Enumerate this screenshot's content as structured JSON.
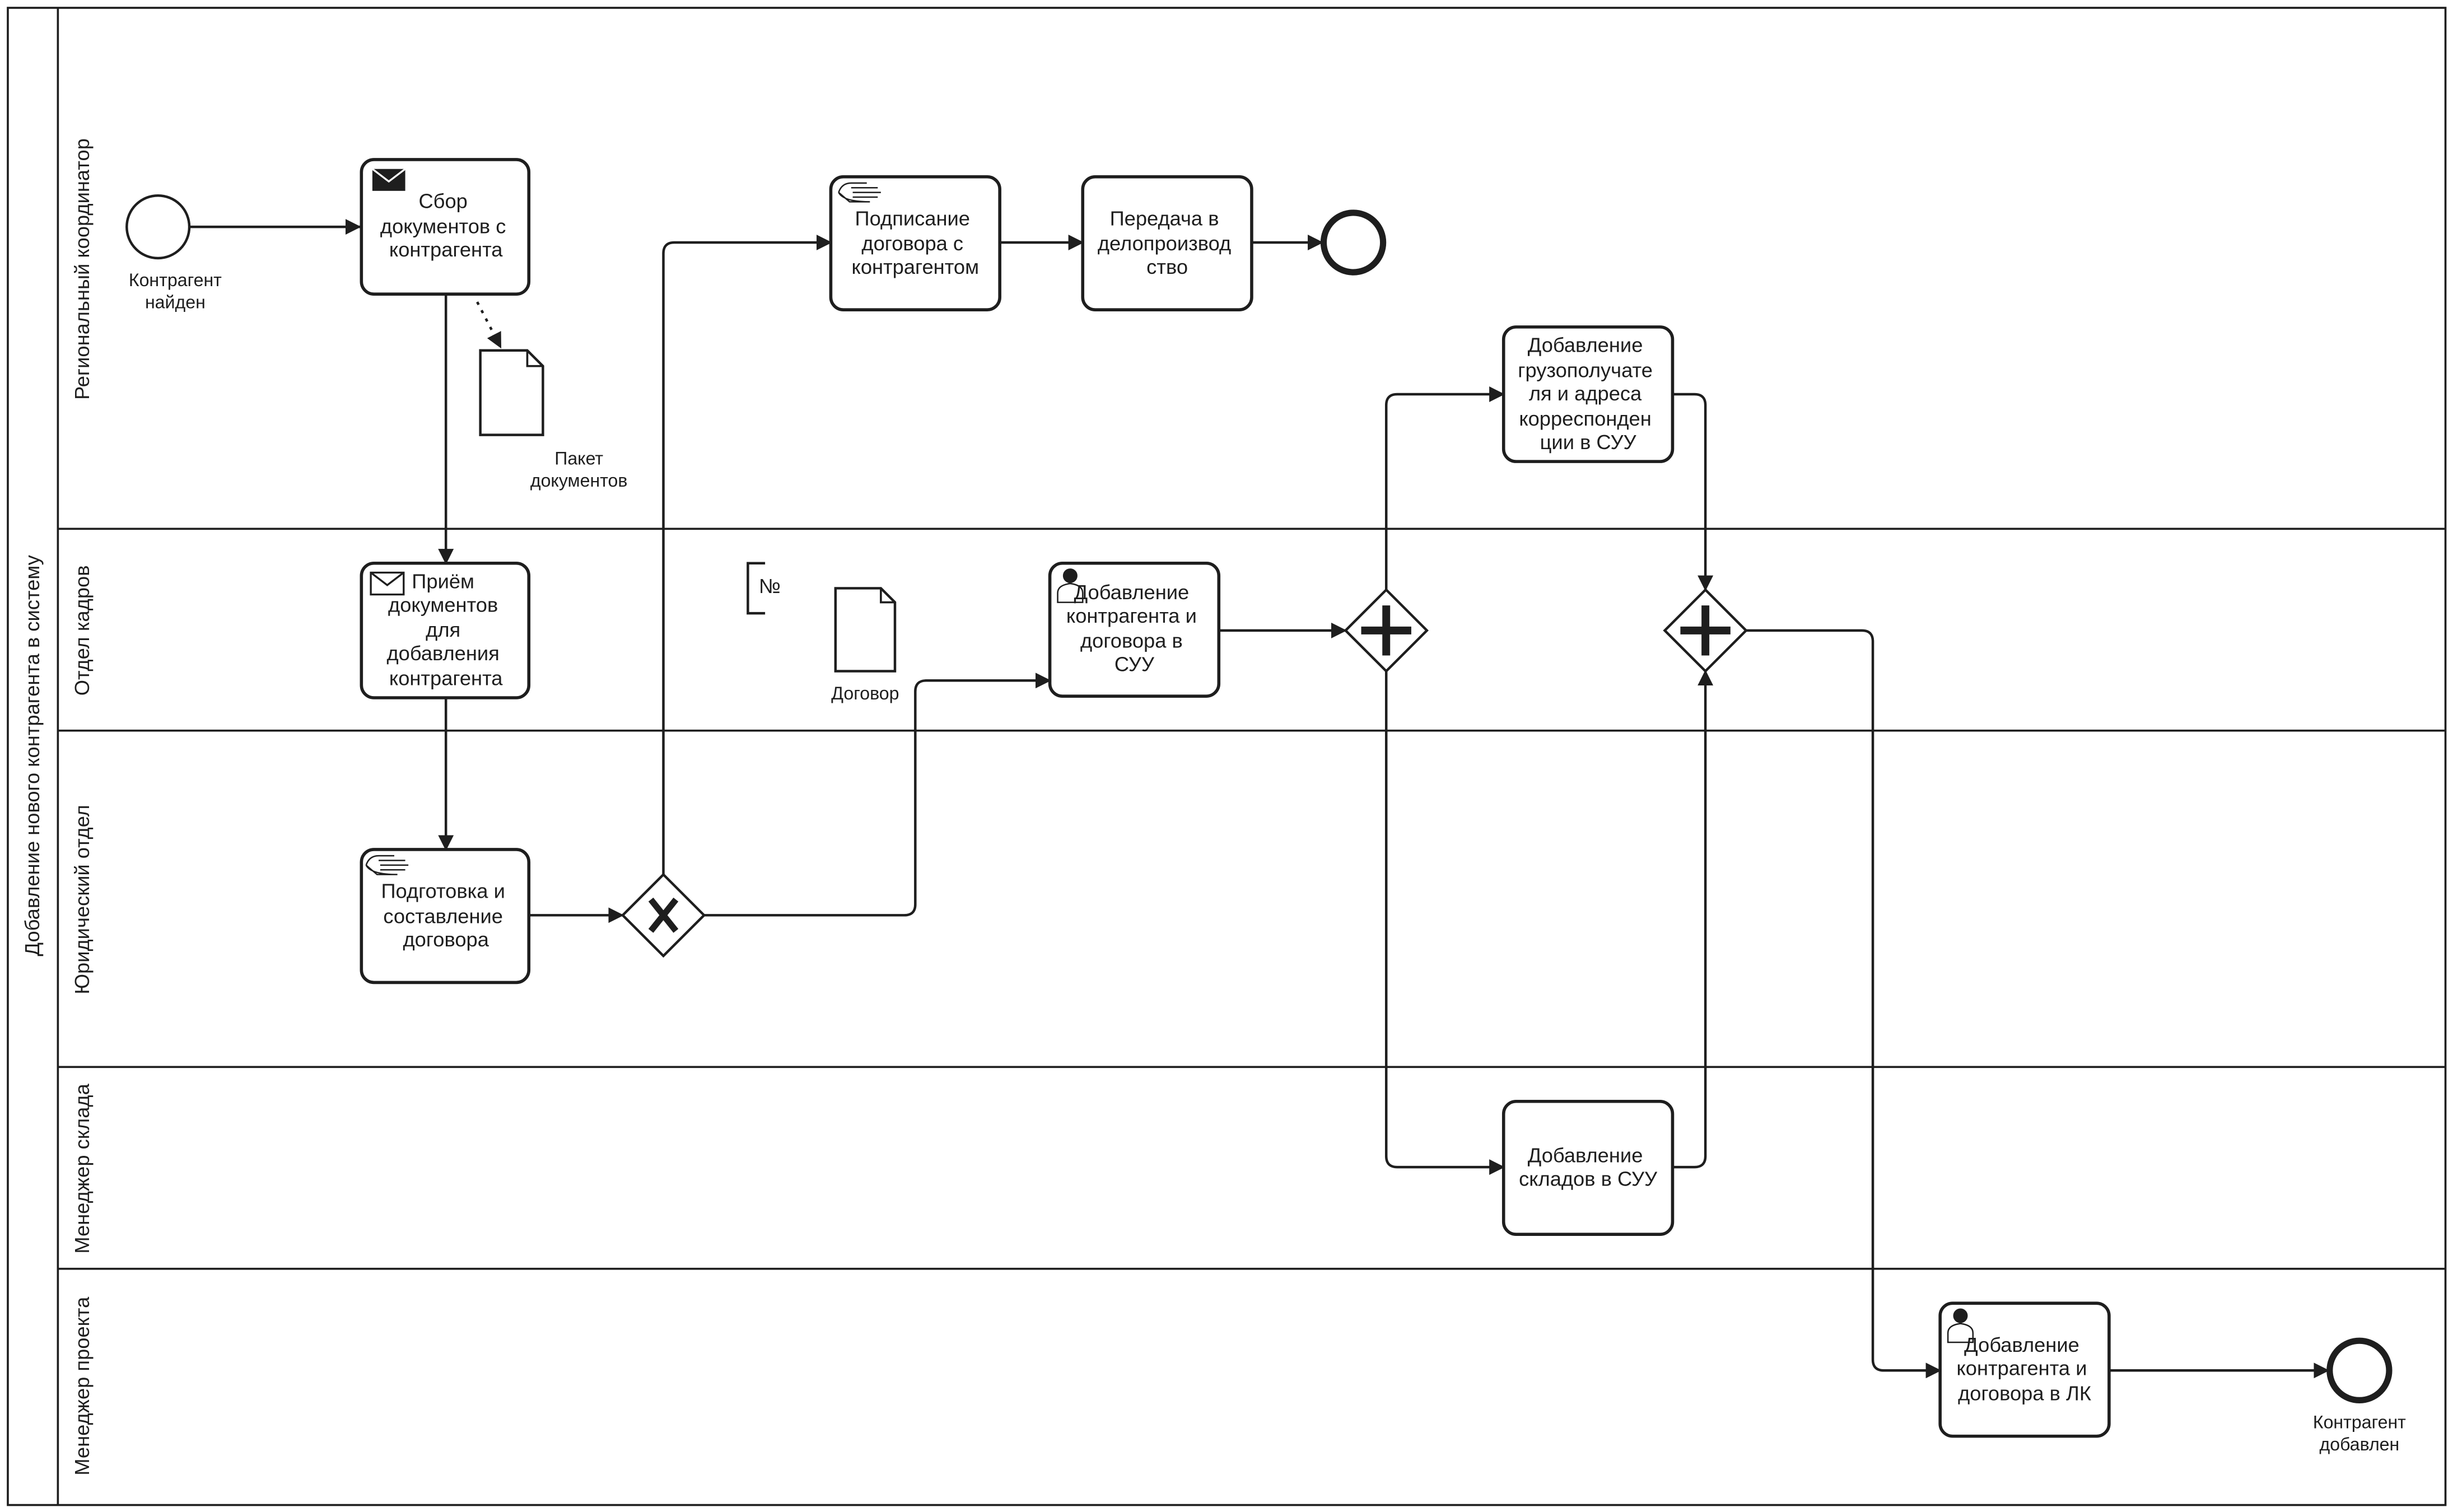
{
  "diagram": {
    "pool_label": "Добавление нового контрагента в систему",
    "lanes": [
      {
        "id": "lane-regional",
        "label": "Региональный координатор"
      },
      {
        "id": "lane-hr",
        "label": "Отдел кадров"
      },
      {
        "id": "lane-legal",
        "label": "Юридический отдел"
      },
      {
        "id": "lane-warehouse",
        "label": "Менеджер склада"
      },
      {
        "id": "lane-project",
        "label": "Менеджер проекта"
      }
    ],
    "events": {
      "start": {
        "lines": [
          "Контрагент",
          "найден"
        ]
      },
      "end_signing": {
        "lines": []
      },
      "end_final": {
        "lines": [
          "Контрагент",
          "добавлен"
        ]
      }
    },
    "tasks": {
      "collect": {
        "marker": "message-send",
        "lines": [
          "Сбор",
          "документов с",
          "контрагента"
        ]
      },
      "receive": {
        "marker": "message-receive",
        "lines": [
          "Приём",
          "документов",
          "для",
          "добавления",
          "контрагента"
        ]
      },
      "prepare": {
        "marker": "manual",
        "lines": [
          "Подготовка и",
          "составление",
          "договора"
        ]
      },
      "signing": {
        "marker": "manual",
        "lines": [
          "Подписание",
          "договора с",
          "контрагентом"
        ]
      },
      "transfer": {
        "marker": "none",
        "lines": [
          "Передача в",
          "делопроизвод",
          "ство"
        ]
      },
      "add_suu": {
        "marker": "user",
        "lines": [
          "Добавление",
          "контрагента и",
          "договора в",
          "СУУ"
        ]
      },
      "consignee": {
        "marker": "none",
        "lines": [
          "Добавление",
          "грузополучате",
          "ля и адреса",
          "корреспонден",
          "ции в СУУ"
        ]
      },
      "warehouses": {
        "marker": "none",
        "lines": [
          "Добавление",
          "складов в СУУ"
        ]
      },
      "add_lk": {
        "marker": "user",
        "lines": [
          "Добавление",
          "контрагента и",
          "договора в ЛК"
        ]
      }
    },
    "data_objects": {
      "package": {
        "lines": [
          "Пакет",
          "документов"
        ]
      },
      "contract": {
        "lines": [
          "Договор"
        ]
      }
    },
    "annotation": {
      "text": "№"
    },
    "gateways": {
      "xor": {
        "type": "exclusive"
      },
      "fork": {
        "type": "parallel"
      },
      "join": {
        "type": "parallel"
      }
    },
    "colors": {
      "stroke": "#1e1e1e",
      "fill": "#ffffff"
    }
  }
}
